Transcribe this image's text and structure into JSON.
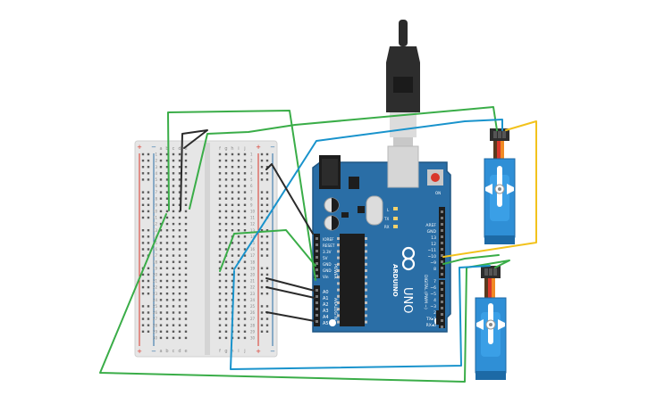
{
  "board": {
    "logo_text": "ARDUINO",
    "model": "UNO",
    "power_header": [
      "IOREF",
      "RESET",
      "3.3V",
      "5V",
      "GND",
      "GND",
      "Vin"
    ],
    "power_label": "POWER",
    "analog_header": [
      "A0",
      "A1",
      "A2",
      "A3",
      "A4",
      "A5"
    ],
    "analog_label": "ANALOG IN",
    "digital_header": [
      "AREF",
      "GND",
      "13",
      "12",
      "~11",
      "~10",
      "~9",
      "8",
      "7",
      "~6",
      "~5",
      "4",
      "~3",
      "2",
      "TX▸1",
      "RX◂0"
    ],
    "digital_label": "DIGITAL (PWM ~)",
    "led_labels": [
      "L",
      "TX",
      "RX",
      "ON"
    ]
  },
  "breadboard": {
    "column_letters_left": [
      "a",
      "b",
      "c",
      "d",
      "e"
    ],
    "column_letters_right": [
      "f",
      "g",
      "h",
      "i",
      "j"
    ],
    "row_numbers": [
      "1",
      "2",
      "3",
      "4",
      "5",
      "6",
      "7",
      "8",
      "9",
      "10",
      "11",
      "12",
      "13",
      "14",
      "15",
      "16",
      "17",
      "18",
      "19",
      "20",
      "21",
      "22",
      "23",
      "24",
      "25",
      "26",
      "27",
      "28",
      "29",
      "30"
    ],
    "rail_plus": "+",
    "rail_minus": "−"
  },
  "colors": {
    "board_blue": "#2a6ea6",
    "board_edge": "#1f5683",
    "breadboard": "#e6e6e6",
    "wire_green": "#3aad48",
    "wire_blue": "#1993cc",
    "wire_black": "#2b2b2b",
    "wire_yellow": "#f2c21c",
    "servo_blue": "#2f8fd6",
    "rail_red": "#d9372b",
    "rail_blue": "#2a6ea6"
  }
}
